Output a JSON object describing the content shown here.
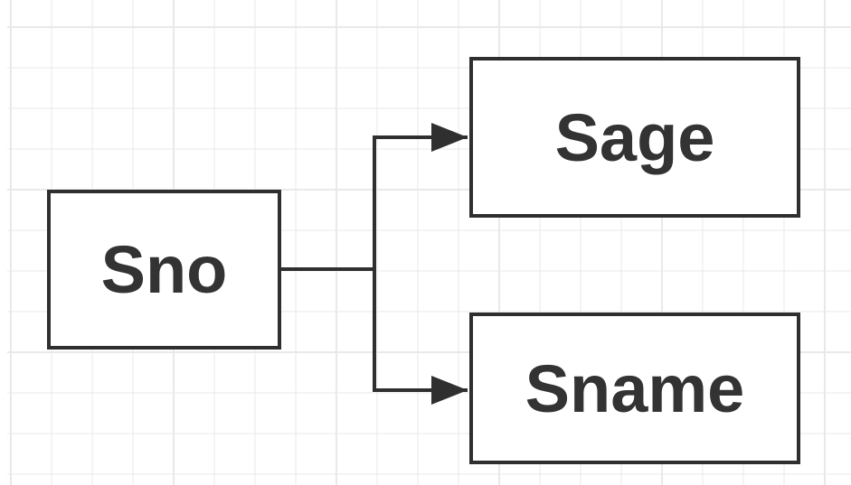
{
  "diagram": {
    "nodes": {
      "sno": "Sno",
      "sage": "Sage",
      "sname": "Sname"
    },
    "edges": [
      {
        "from": "sno",
        "to": "sage"
      },
      {
        "from": "sno",
        "to": "sname"
      }
    ]
  },
  "colors": {
    "stroke": "#2f2f2f",
    "text": "#333333",
    "grid": "#e9e9e9",
    "background": "#ffffff"
  }
}
